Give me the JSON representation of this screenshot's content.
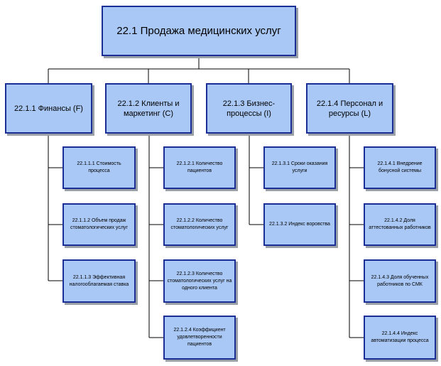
{
  "root": {
    "label": "22.1 Продажа медицинских услуг"
  },
  "categories": [
    {
      "label": "22.1.1 Финансы (F)",
      "children": [
        "22.1.1.1 Стоимость процесса",
        "22.1.1.2 Объем продаж стоматологических услуг",
        "22.1.1.3 Эффективная налогооблагаемая ставка"
      ]
    },
    {
      "label": "22.1.2 Клиенты и маркетинг (C)",
      "children": [
        "22.1.2.1 Количество пациентов",
        "22.1.2.2 Количество стоматологических услуг",
        "22.1.2.3 Количество стоматологических услуг на одного клиента",
        "22.1.2.4 Коэффициент удовлетворенности пациентов"
      ]
    },
    {
      "label": "22.1.3 Бизнес-процессы (I)",
      "children": [
        "22.1.3.1 Сроки оказания услуги",
        "22.1.3.2 Индекс воровства"
      ]
    },
    {
      "label": "22.1.4 Персонал и ресурсы (L)",
      "children": [
        "22.1.4.1 Внедрение бонусной системы",
        "22.1.4.2 Доля аттестованных работников",
        "22.1.4.3 Доля обученных работников по СМК",
        "22.1.4.4 Индекс автоматизации процесса"
      ]
    }
  ],
  "colors": {
    "box_fill": "#a9c8f5",
    "box_border": "#1a2e96",
    "connector": "#000000",
    "shadow": "#9aa0a8"
  }
}
